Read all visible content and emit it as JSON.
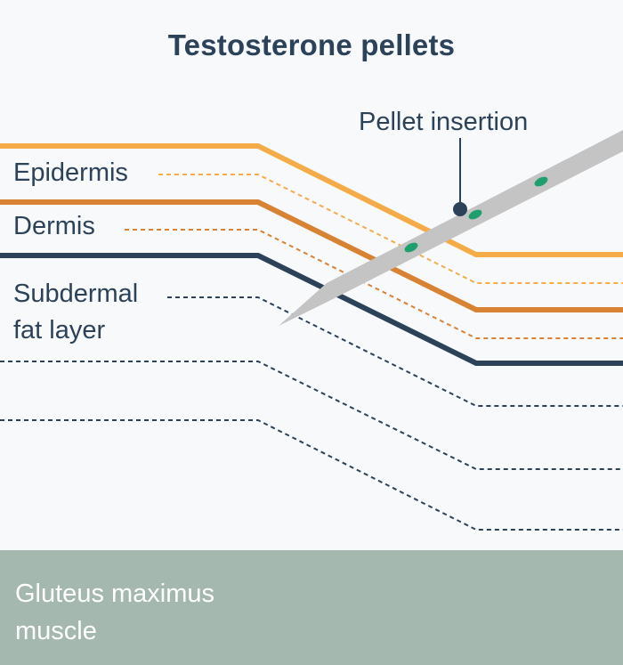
{
  "title": "Testosterone pellets",
  "labels": {
    "pellet_insertion": "Pellet insertion",
    "epidermis": "Epidermis",
    "dermis": "Dermis",
    "subdermal_line1": "Subdermal",
    "subdermal_line2": "fat layer",
    "muscle_line1": "Gluteus maximus",
    "muscle_line2": "muscle"
  },
  "colors": {
    "epidermis": "#f5ac48",
    "dermis": "#d88334",
    "subdermal": "#2c4259",
    "muscle": "#a4b8b0",
    "needle": "#c4c4c4",
    "pellet": "#1f9e6e",
    "text": "#2c4259"
  }
}
